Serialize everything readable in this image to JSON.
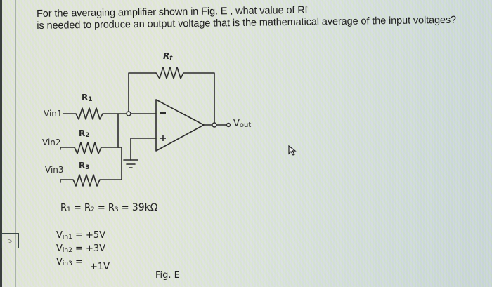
{
  "question": {
    "line1": "For the averaging amplifier shown in Fig. E , what value of Rf",
    "line2": "is needed to produce an output voltage that is the mathematical average of the input voltages?"
  },
  "circuit": {
    "labels": {
      "rf": "Rf",
      "r1": "R1",
      "r2": "R2",
      "r3": "R3",
      "vin1": "Vin1",
      "vin2": "Vin2",
      "vin3": "Vin3",
      "vout": "Vout",
      "minus": "−",
      "plus": "+"
    }
  },
  "given": {
    "resistors": "R1 = R2 = R3 = 39kΩ",
    "r_value": "39kΩ",
    "vin1_label": "Vin1",
    "vin1_value": "+5V",
    "vin2_label": "Vin2",
    "vin2_value": "+3V",
    "vin3_label": "Vin3",
    "vin3_value": "+1V"
  },
  "figure_caption": "Fig. E",
  "side_button": {
    "icon": "play-triangle-icon",
    "glyph": "▷"
  }
}
